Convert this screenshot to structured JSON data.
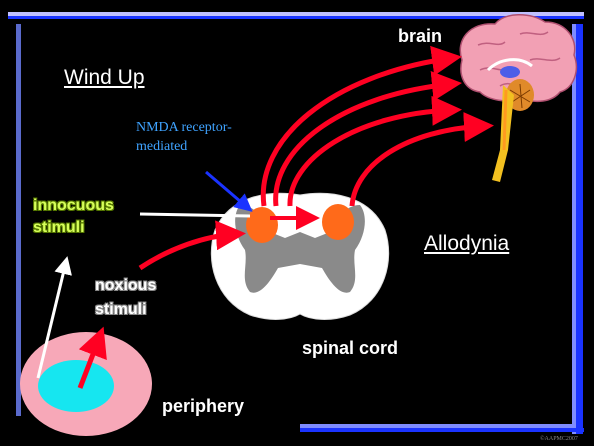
{
  "title": "Wind Up",
  "labels": {
    "brain": "brain",
    "nmda": "NMDA receptor-mediated",
    "innocuous_line1": "innocuous",
    "innocuous_line2": "stimuli",
    "noxious_line1": "noxious",
    "noxious_line2": "stimuli",
    "allodynia": "Allodynia",
    "spinal_cord": "spinal cord",
    "periphery": "periphery",
    "copyright": "©AAPMC2007"
  },
  "colors": {
    "frame_blue": "#1a33ff",
    "arrow_red": "#ff0022",
    "neuron_orange": "#ff6a1a",
    "grey_matter": "#8a8a8a",
    "periphery_pink": "#f7a8b8",
    "periphery_cyan": "#16e6f0",
    "nmda_blue": "#3fa3ff",
    "innocuous_green": "#d7ff5a"
  },
  "icons": {
    "brain": "brain-icon",
    "spinal_cord": "spinal-cord-cross-section-icon"
  }
}
